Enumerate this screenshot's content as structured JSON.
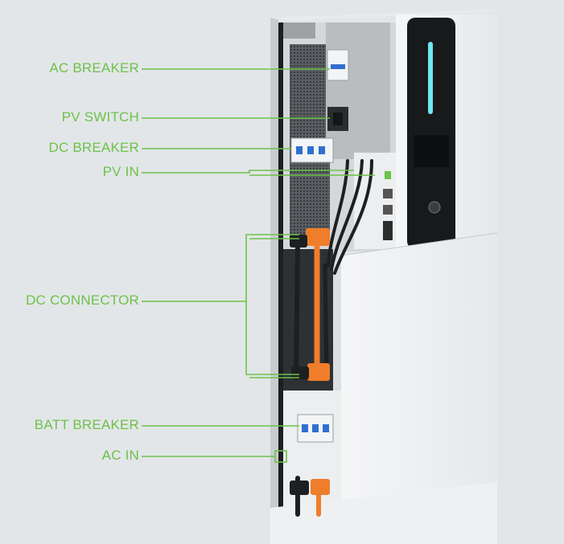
{
  "colors": {
    "label_green": "#6cc24a",
    "background": "#e3e6e8",
    "cabinet_white": "#f2f3f4",
    "connector_orange": "#f07d2a",
    "led_cyan": "#6fe6f2"
  },
  "labels": [
    {
      "id": "ac-breaker",
      "text": "AC BREAKER"
    },
    {
      "id": "pv-switch",
      "text": "PV SWITCH"
    },
    {
      "id": "dc-breaker",
      "text": "DC BREAKER"
    },
    {
      "id": "pv-in",
      "text": "PV IN"
    },
    {
      "id": "dc-connector",
      "text": "DC CONNECTOR"
    },
    {
      "id": "batt-breaker",
      "text": "BATT BREAKER"
    },
    {
      "id": "ac-in",
      "text": "AC IN"
    }
  ]
}
